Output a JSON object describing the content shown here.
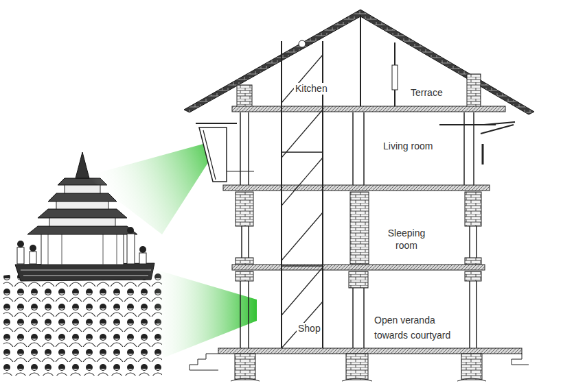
{
  "diagram": {
    "labels": [
      "Kitchen",
      "Terrace",
      "Living room",
      "Sleeping room",
      "Shop",
      "Open veranda towards courtyard"
    ]
  }
}
